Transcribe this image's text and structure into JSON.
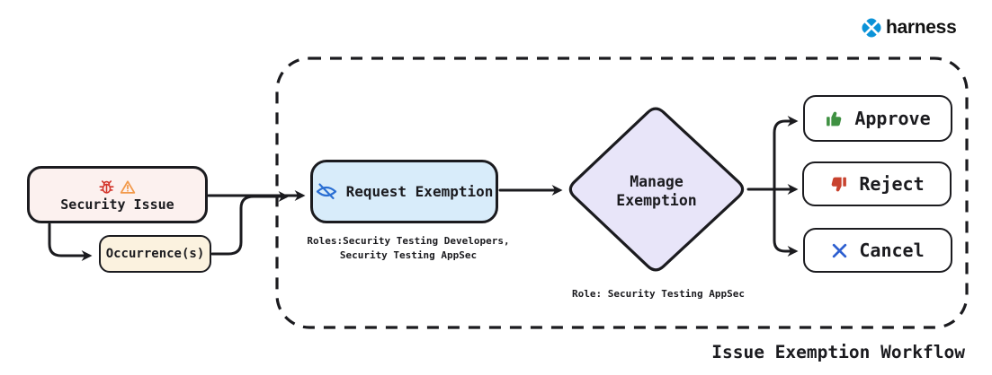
{
  "brand": {
    "name": "harness"
  },
  "caption": "Issue Exemption Workflow",
  "colors": {
    "ink": "#1b1b1f",
    "bug_red": "#d3352b",
    "warning_orange": "#f2994a",
    "eye_blue": "#2b6fd3",
    "logo_blue": "#0b93d8"
  },
  "nodes": {
    "security_issue": {
      "label": "Security Issue",
      "fill": "#fcf1ef"
    },
    "occurrences": {
      "label": "Occurrence(s)",
      "fill": "#fbf2df"
    },
    "request_exemption": {
      "label": "Request Exemption",
      "fill": "#d8ecfa",
      "roles_note_line1": "Roles:Security Testing Developers,",
      "roles_note_line2": "Security Testing AppSec"
    },
    "manage_exemption": {
      "label_line1": "Manage",
      "label_line2": "Exemption",
      "fill": "#e8e5f9",
      "role_note": "Role: Security Testing AppSec"
    },
    "approve": {
      "label": "Approve",
      "icon_color": "#3f9142"
    },
    "reject": {
      "label": "Reject",
      "icon_color": "#c8432f"
    },
    "cancel": {
      "label": "Cancel",
      "icon_color": "#2d5fd0"
    }
  }
}
